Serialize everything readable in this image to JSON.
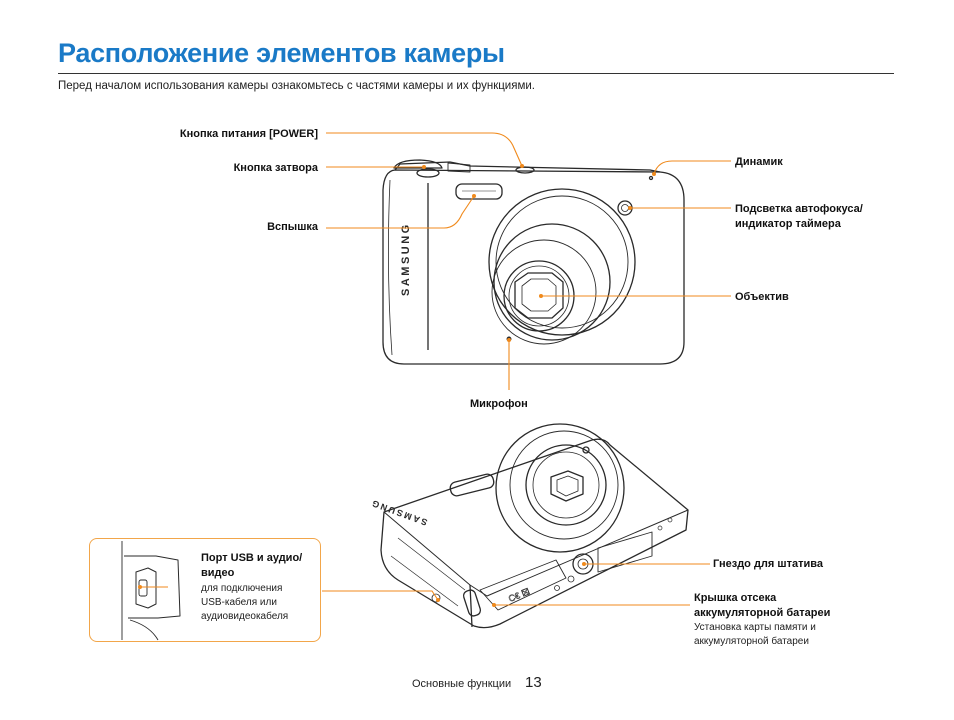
{
  "page": {
    "title": "Расположение элементов камеры",
    "intro": "Перед началом использования камеры ознакомьтесь с частями камеры и их функциями."
  },
  "front_view": {
    "labels": {
      "power": "Кнопка питания [POWER]",
      "shutter": "Кнопка затвора",
      "flash": "Вспышка",
      "speaker": "Динамик",
      "af_lamp_line1": "Подсветка автофокуса/",
      "af_lamp_line2": "индикатор таймера",
      "lens": "Объектив",
      "microphone": "Микрофон"
    },
    "brand": "SAMSUNG"
  },
  "bottom_view": {
    "usb": {
      "title_line1": "Порт USB и аудио/",
      "title_line2": "видео",
      "desc_line1": "для подключения",
      "desc_line2": "USB-кабеля или",
      "desc_line3": "аудиовидеокабеля"
    },
    "tripod": "Гнездо для штатива",
    "battery": {
      "title_line1": "Крышка отсека",
      "title_line2": "аккумуляторной батареи",
      "desc_line1": "Установка карты памяти и",
      "desc_line2": "аккумуляторной батареи"
    },
    "brand": "SAMSUNG"
  },
  "footer": {
    "section": "Основные функции",
    "page_number": "13"
  },
  "colors": {
    "title": "#1a7ac7",
    "leader": "#f08a1c",
    "outline": "#2a2a2a"
  }
}
